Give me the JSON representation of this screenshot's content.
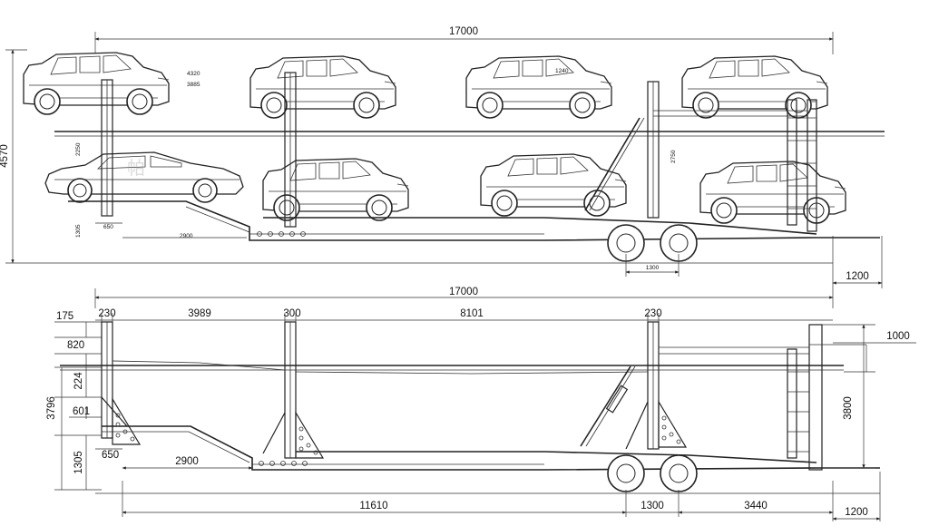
{
  "top_view": {
    "overall_length": "17000",
    "overall_height": "4570",
    "front_overhang": "1200",
    "axle_spacing": "1300",
    "deck_label_1": "650",
    "deck_label_2": "2900",
    "lower_height_1": "1305",
    "mid_label": "2250",
    "right_label": "2750",
    "car_label_1": "4320",
    "car_label_2": "3885",
    "car_label_3": "1240"
  },
  "bottom_view": {
    "overall_length": "17000",
    "seg_230_left": "230",
    "seg_3989": "3989",
    "seg_300": "300",
    "seg_8101": "8101",
    "seg_230_right": "230",
    "left_175": "175",
    "left_820": "820",
    "left_224": "224",
    "left_3796": "3796",
    "left_601": "601",
    "left_1305": "1305",
    "gooseneck_650": "650",
    "gooseneck_2900": "2900",
    "bottom_11610": "11610",
    "bottom_1300": "1300",
    "bottom_3440": "3440",
    "bottom_1200": "1200",
    "right_1000": "1000",
    "right_3800": "3800"
  },
  "watermark": "帕"
}
